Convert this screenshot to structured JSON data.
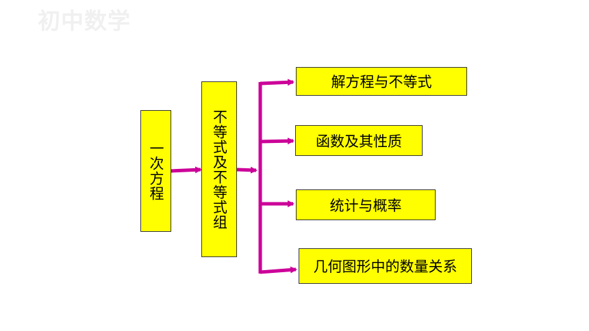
{
  "watermark": "初中数学",
  "colors": {
    "box_fill": "#ffff00",
    "box_border": "#333333",
    "connector": "#cc0099"
  },
  "nodes": {
    "root": "一次方程",
    "middle": "不等式及不等式组",
    "branches": [
      "解方程与不等式",
      "函数及其性质",
      "统计与概率",
      "几何图形中的数量关系"
    ]
  }
}
